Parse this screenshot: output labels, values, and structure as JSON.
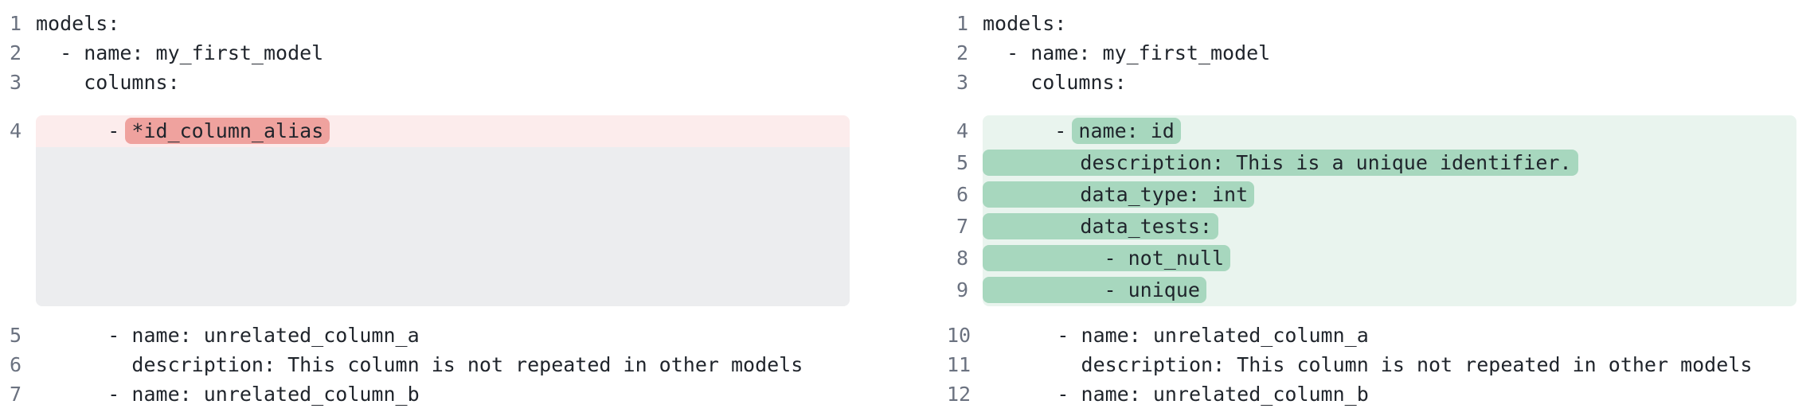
{
  "meta": {
    "view": "side-by-side-diff",
    "language": "yaml"
  },
  "colors": {
    "removed_line_bg": "#fcecec",
    "removed_token_bg": "#efa29e",
    "added_line_bg": "#e9f4ee",
    "added_token_bg": "#a7d7be",
    "collapsed_spacer_bg": "#ecedef",
    "code_text": "#1f242b",
    "line_number": "#6b7280"
  },
  "panes": [
    {
      "id": "before",
      "sections": [
        {
          "kind": "lines",
          "lines": [
            {
              "num": "1",
              "segments": [
                {
                  "text": "models:"
                }
              ]
            },
            {
              "num": "2",
              "segments": [
                {
                  "text": "  - name: my_first_model"
                }
              ]
            },
            {
              "num": "3",
              "segments": [
                {
                  "text": "    columns:"
                }
              ]
            }
          ]
        },
        {
          "kind": "hunk",
          "variant": "removed",
          "spacer_lines": 5,
          "lines": [
            {
              "num": "4",
              "segments": [
                {
                  "text": "      - "
                },
                {
                  "text": "*id_column_alias",
                  "highlight": true
                }
              ]
            }
          ]
        },
        {
          "kind": "lines",
          "lines": [
            {
              "num": "5",
              "segments": [
                {
                  "text": "      - name: unrelated_column_a"
                }
              ]
            },
            {
              "num": "6",
              "segments": [
                {
                  "text": "        description: This column is not repeated in other models"
                }
              ]
            },
            {
              "num": "7",
              "segments": [
                {
                  "text": "      - name: unrelated_column_b"
                }
              ]
            }
          ]
        }
      ]
    },
    {
      "id": "after",
      "sections": [
        {
          "kind": "lines",
          "lines": [
            {
              "num": "1",
              "segments": [
                {
                  "text": "models:"
                }
              ]
            },
            {
              "num": "2",
              "segments": [
                {
                  "text": "  - name: my_first_model"
                }
              ]
            },
            {
              "num": "3",
              "segments": [
                {
                  "text": "    columns:"
                }
              ]
            }
          ]
        },
        {
          "kind": "hunk",
          "variant": "added",
          "spacer_lines": 0,
          "lines": [
            {
              "num": "4",
              "segments": [
                {
                  "text": "      - "
                },
                {
                  "text": "name: id",
                  "highlight": true
                }
              ]
            },
            {
              "num": "5",
              "segments": [
                {
                  "text": "        description: This is a unique identifier.",
                  "highlight": true
                }
              ]
            },
            {
              "num": "6",
              "segments": [
                {
                  "text": "        data_type: int",
                  "highlight": true
                }
              ]
            },
            {
              "num": "7",
              "segments": [
                {
                  "text": "        data_tests:",
                  "highlight": true
                }
              ]
            },
            {
              "num": "8",
              "segments": [
                {
                  "text": "          - not_null",
                  "highlight": true
                }
              ]
            },
            {
              "num": "9",
              "segments": [
                {
                  "text": "          - unique",
                  "highlight": true
                }
              ]
            }
          ]
        },
        {
          "kind": "lines",
          "lines": [
            {
              "num": "10",
              "segments": [
                {
                  "text": "      - name: unrelated_column_a"
                }
              ]
            },
            {
              "num": "11",
              "segments": [
                {
                  "text": "        description: This column is not repeated in other models"
                }
              ]
            },
            {
              "num": "12",
              "segments": [
                {
                  "text": "      - name: unrelated_column_b"
                }
              ]
            }
          ]
        }
      ]
    }
  ]
}
